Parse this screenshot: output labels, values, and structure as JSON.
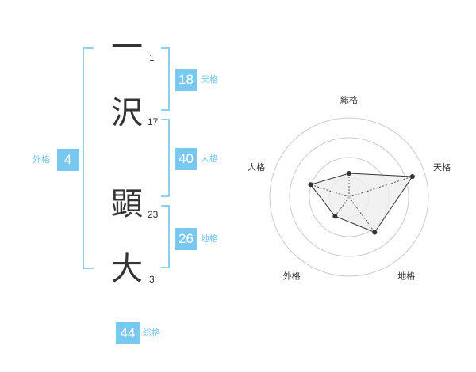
{
  "name": {
    "chars": [
      {
        "char": "一",
        "strokes": "1"
      },
      {
        "char": "沢",
        "strokes": "17"
      },
      {
        "char": "顕",
        "strokes": "23"
      },
      {
        "char": "大",
        "strokes": "3"
      }
    ]
  },
  "kakusu": {
    "tenkaku": {
      "value": "18",
      "label": "天格"
    },
    "jinkaku": {
      "value": "40",
      "label": "人格"
    },
    "chikaku": {
      "value": "26",
      "label": "地格"
    },
    "gaikaku": {
      "value": "4",
      "label": "外格"
    },
    "soukaku": {
      "value": "44",
      "label": "総格"
    }
  },
  "colors": {
    "accent": "#79c8ef",
    "bracket": "#8fd0ef",
    "text": "#333333",
    "radar_fill": "#eeeeee"
  },
  "chart_data": {
    "type": "radar",
    "axes": [
      "総格",
      "天格",
      "地格",
      "外格",
      "人格"
    ],
    "levels": 4,
    "values": [
      0.3,
      0.84,
      0.55,
      0.3,
      0.51
    ]
  }
}
